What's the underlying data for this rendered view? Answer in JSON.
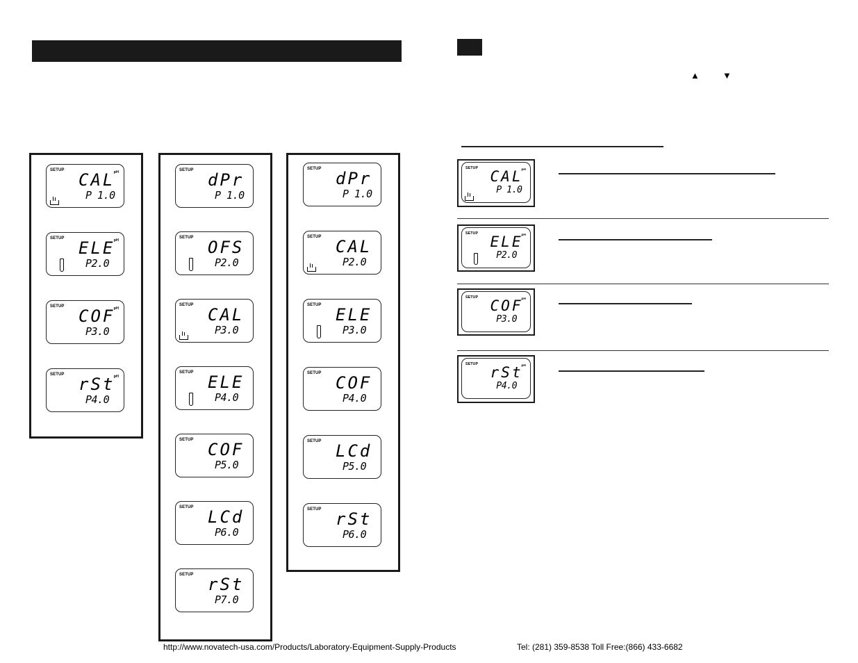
{
  "arrows": {
    "up": "▲",
    "down": "▼"
  },
  "common": {
    "setup_label": "SETUP",
    "ph_label": "pH"
  },
  "columns": [
    {
      "screens": [
        {
          "word": "CAL",
          "code": "P 1.0",
          "icon": "beaker",
          "ph": true
        },
        {
          "word": "ELE",
          "code": "P2.0",
          "icon": "probe",
          "ph": true
        },
        {
          "word": "COF",
          "code": "P3.0",
          "icon": "",
          "ph": true
        },
        {
          "word": "rSt",
          "code": "P4.0",
          "icon": "",
          "ph": true
        }
      ]
    },
    {
      "screens": [
        {
          "word": "dPr",
          "code": "P 1.0",
          "icon": "",
          "ph": false
        },
        {
          "word": "OFS",
          "code": "P2.0",
          "icon": "probe",
          "ph": false
        },
        {
          "word": "CAL",
          "code": "P3.0",
          "icon": "beaker",
          "ph": false
        },
        {
          "word": "ELE",
          "code": "P4.0",
          "icon": "probe",
          "ph": false
        },
        {
          "word": "COF",
          "code": "P5.0",
          "icon": "",
          "ph": false
        },
        {
          "word": "LCd",
          "code": "P6.0",
          "icon": "",
          "ph": false
        },
        {
          "word": "rSt",
          "code": "P7.0",
          "icon": "",
          "ph": false
        }
      ]
    },
    {
      "screens": [
        {
          "word": "dPr",
          "code": "P 1.0",
          "icon": "",
          "ph": false
        },
        {
          "word": "CAL",
          "code": "P2.0",
          "icon": "beaker",
          "ph": false
        },
        {
          "word": "ELE",
          "code": "P3.0",
          "icon": "probe",
          "ph": false
        },
        {
          "word": "COF",
          "code": "P4.0",
          "icon": "",
          "ph": false
        },
        {
          "word": "LCd",
          "code": "P5.0",
          "icon": "",
          "ph": false
        },
        {
          "word": "rSt",
          "code": "P6.0",
          "icon": "",
          "ph": false
        }
      ]
    }
  ],
  "right_screens": [
    {
      "word": "CAL",
      "code": "P 1.0",
      "icon": "beaker",
      "ph": true
    },
    {
      "word": "ELE",
      "code": "P2.0",
      "icon": "probe",
      "ph": true
    },
    {
      "word": "COF",
      "code": "P3.0",
      "icon": "",
      "ph": true
    },
    {
      "word": "rSt",
      "code": "P4.0",
      "icon": "",
      "ph": true
    }
  ],
  "footer": {
    "url": "http://www.novatech-usa.com/Products/Laboratory-Equipment-Supply-Products",
    "phone": "Tel: (281) 359-8538  Toll Free:(866) 433-6682"
  }
}
